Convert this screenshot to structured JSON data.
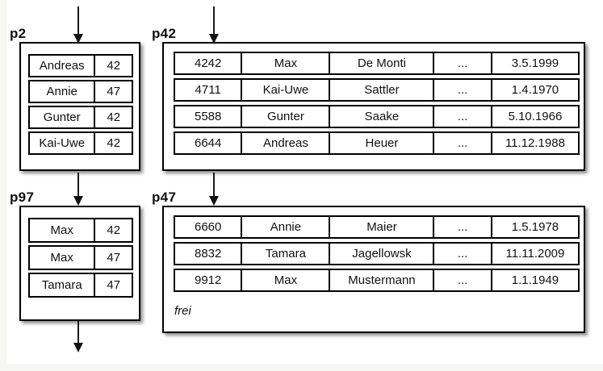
{
  "diagram": {
    "description_colors": {
      "line": "#111111",
      "text": "#111111",
      "canvas": "#ffffff",
      "page_margin": "#f6f6f3"
    },
    "pages": [
      {
        "label": "p2",
        "rows": [
          [
            "Andreas",
            "42"
          ],
          [
            "Annie",
            "47"
          ],
          [
            "Gunter",
            "42"
          ],
          [
            "Kai-Uwe",
            "42"
          ]
        ]
      },
      {
        "label": "p42",
        "rows": [
          [
            "4242",
            "Max",
            "De Monti",
            "...",
            "3.5.1999"
          ],
          [
            "4711",
            "Kai-Uwe",
            "Sattler",
            "...",
            "1.4.1970"
          ],
          [
            "5588",
            "Gunter",
            "Saake",
            "...",
            "5.10.1966"
          ],
          [
            "6644",
            "Andreas",
            "Heuer",
            "...",
            "11.12.1988"
          ]
        ]
      },
      {
        "label": "p97",
        "rows": [
          [
            "Max",
            "42"
          ],
          [
            "Max",
            "47"
          ],
          [
            "Tamara",
            "47"
          ]
        ]
      },
      {
        "label": "p47",
        "rows": [
          [
            "6660",
            "Annie",
            "Maier",
            "...",
            "1.5.1978"
          ],
          [
            "8832",
            "Tamara",
            "Jagellowsk",
            "...",
            "11.11.2009"
          ],
          [
            "9912",
            "Max",
            "Mustermann",
            "...",
            "1.1.1949"
          ]
        ],
        "free_label": "frei"
      }
    ]
  }
}
